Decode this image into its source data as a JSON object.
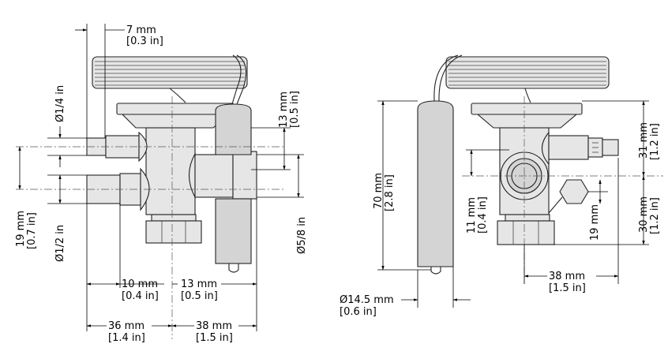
{
  "left_view": {
    "top_offset": {
      "mm": "7 mm",
      "in": "[0.3 in]"
    },
    "side_height": {
      "mm": "13 mm",
      "in": "[0.5 in]"
    },
    "inlet_conn": {
      "label": "Ø1/4 in"
    },
    "outlet_conn": {
      "label": "Ø1/2 in"
    },
    "spacing": {
      "mm": "19 mm",
      "in": "[0.7 in]"
    },
    "side_conn": {
      "label": "Ø5/8 in"
    },
    "stub_a": {
      "mm": "10 mm",
      "in": "[0.4 in]"
    },
    "stub_b": {
      "mm": "13 mm",
      "in": "[0.5 in]"
    },
    "width_left": {
      "mm": "36 mm",
      "in": "[1.4 in]"
    },
    "width_right": {
      "mm": "38 mm",
      "in": "[1.5 in]"
    }
  },
  "right_view": {
    "bulb_length": {
      "mm": "70 mm",
      "in": "[2.8 in]"
    },
    "bulb_dia": {
      "mm": "Ø14.5 mm",
      "in": "[0.6 in]"
    },
    "port_offset": {
      "mm": "11 mm",
      "in": "[0.4 in]"
    },
    "hex_size": {
      "mm": "19 mm"
    },
    "upper_height": {
      "mm": "31 mm",
      "in": "[1.2 in]"
    },
    "lower_height": {
      "mm": "30 mm",
      "in": "[1.2 in]"
    },
    "depth": {
      "mm": "38 mm",
      "in": "[1.5 in]"
    }
  }
}
